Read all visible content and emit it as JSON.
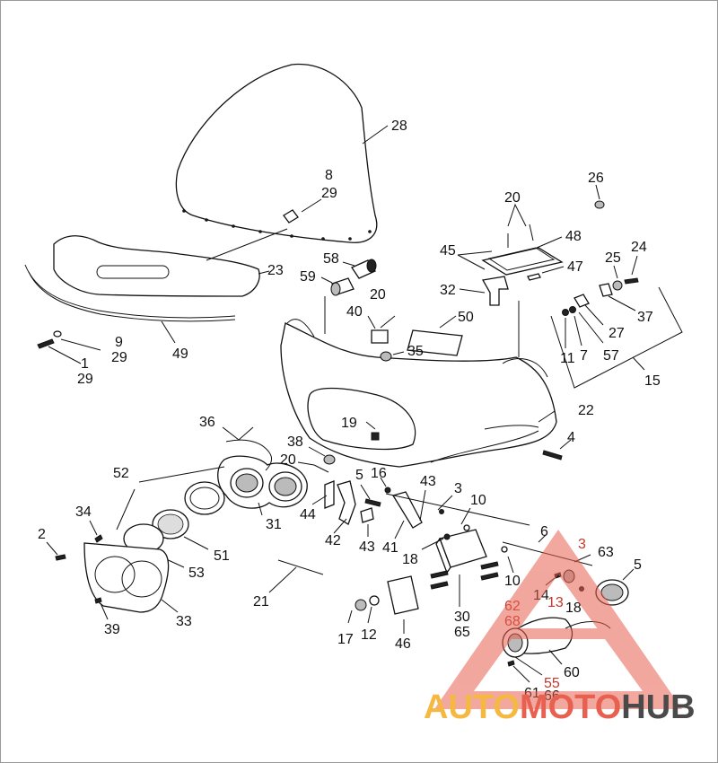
{
  "diagram": {
    "callouts": [
      {
        "id": "c28",
        "text": "28",
        "color": "black"
      },
      {
        "id": "c8",
        "text": "8",
        "color": "black"
      },
      {
        "id": "c29a",
        "text": "29",
        "color": "black"
      },
      {
        "id": "c26",
        "text": "26",
        "color": "black"
      },
      {
        "id": "c20a",
        "text": "20",
        "color": "black"
      },
      {
        "id": "c48",
        "text": "48",
        "color": "black"
      },
      {
        "id": "c45",
        "text": "45",
        "color": "black"
      },
      {
        "id": "c47",
        "text": "47",
        "color": "black"
      },
      {
        "id": "c32",
        "text": "32",
        "color": "black"
      },
      {
        "id": "c24",
        "text": "24",
        "color": "black"
      },
      {
        "id": "c25",
        "text": "25",
        "color": "black"
      },
      {
        "id": "c37",
        "text": "37",
        "color": "black"
      },
      {
        "id": "c23",
        "text": "23",
        "color": "black"
      },
      {
        "id": "c58",
        "text": "58",
        "color": "black"
      },
      {
        "id": "c59",
        "text": "59",
        "color": "black"
      },
      {
        "id": "c20b",
        "text": "20",
        "color": "black"
      },
      {
        "id": "c50",
        "text": "50",
        "color": "black"
      },
      {
        "id": "c40",
        "text": "40",
        "color": "black"
      },
      {
        "id": "c35",
        "text": "35",
        "color": "black"
      },
      {
        "id": "c9",
        "text": "9",
        "color": "black"
      },
      {
        "id": "c29b",
        "text": "29",
        "color": "black"
      },
      {
        "id": "c49",
        "text": "49",
        "color": "black"
      },
      {
        "id": "c1",
        "text": "1",
        "color": "black"
      },
      {
        "id": "c29c",
        "text": "29",
        "color": "black"
      },
      {
        "id": "c11",
        "text": "11",
        "color": "black"
      },
      {
        "id": "c7",
        "text": "7",
        "color": "black"
      },
      {
        "id": "c57",
        "text": "57",
        "color": "black"
      },
      {
        "id": "c27",
        "text": "27",
        "color": "black"
      },
      {
        "id": "c15",
        "text": "15",
        "color": "black"
      },
      {
        "id": "c22",
        "text": "22",
        "color": "black"
      },
      {
        "id": "c19",
        "text": "19",
        "color": "black"
      },
      {
        "id": "c36",
        "text": "36",
        "color": "black"
      },
      {
        "id": "c38",
        "text": "38",
        "color": "black"
      },
      {
        "id": "c4",
        "text": "4",
        "color": "black"
      },
      {
        "id": "c52",
        "text": "52",
        "color": "black"
      },
      {
        "id": "c20c",
        "text": "20",
        "color": "black"
      },
      {
        "id": "c5a",
        "text": "5",
        "color": "black"
      },
      {
        "id": "c16",
        "text": "16",
        "color": "black"
      },
      {
        "id": "c43a",
        "text": "43",
        "color": "black"
      },
      {
        "id": "c3a",
        "text": "3",
        "color": "black"
      },
      {
        "id": "c10a",
        "text": "10",
        "color": "black"
      },
      {
        "id": "c34",
        "text": "34",
        "color": "black"
      },
      {
        "id": "c44",
        "text": "44",
        "color": "black"
      },
      {
        "id": "c31",
        "text": "31",
        "color": "black"
      },
      {
        "id": "c2",
        "text": "2",
        "color": "black"
      },
      {
        "id": "c42",
        "text": "42",
        "color": "black"
      },
      {
        "id": "c43b",
        "text": "43",
        "color": "black"
      },
      {
        "id": "c41",
        "text": "41",
        "color": "black"
      },
      {
        "id": "c18a",
        "text": "18",
        "color": "black"
      },
      {
        "id": "c6",
        "text": "6",
        "color": "black"
      },
      {
        "id": "c3b",
        "text": "3",
        "color": "red"
      },
      {
        "id": "c63",
        "text": "63",
        "color": "black"
      },
      {
        "id": "c51",
        "text": "51",
        "color": "black"
      },
      {
        "id": "c53",
        "text": "53",
        "color": "black"
      },
      {
        "id": "c10b",
        "text": "10",
        "color": "black"
      },
      {
        "id": "c5b",
        "text": "5",
        "color": "black"
      },
      {
        "id": "c14",
        "text": "14",
        "color": "black"
      },
      {
        "id": "c13",
        "text": "13",
        "color": "red"
      },
      {
        "id": "c18b",
        "text": "18",
        "color": "black"
      },
      {
        "id": "c21",
        "text": "21",
        "color": "black"
      },
      {
        "id": "c33",
        "text": "33",
        "color": "black"
      },
      {
        "id": "c39",
        "text": "39",
        "color": "black"
      },
      {
        "id": "c30",
        "text": "30",
        "color": "black"
      },
      {
        "id": "c65",
        "text": "65",
        "color": "black"
      },
      {
        "id": "c62",
        "text": "62",
        "color": "red"
      },
      {
        "id": "c68",
        "text": "68",
        "color": "red"
      },
      {
        "id": "c17",
        "text": "17",
        "color": "black"
      },
      {
        "id": "c12",
        "text": "12",
        "color": "black"
      },
      {
        "id": "c46",
        "text": "46",
        "color": "black"
      },
      {
        "id": "c60",
        "text": "60",
        "color": "black"
      },
      {
        "id": "c55",
        "text": "55",
        "color": "red"
      },
      {
        "id": "c61",
        "text": "61",
        "color": "black"
      },
      {
        "id": "c66",
        "text": "66",
        "color": "black"
      }
    ]
  },
  "watermark": {
    "part1": "AUTO",
    "part2": "MOTO",
    "part3": "HUB",
    "colors": {
      "auto": "#f5b942",
      "moto": "#e8604f",
      "hub": "#4a4a4a",
      "triangle": "#e8604f"
    }
  }
}
